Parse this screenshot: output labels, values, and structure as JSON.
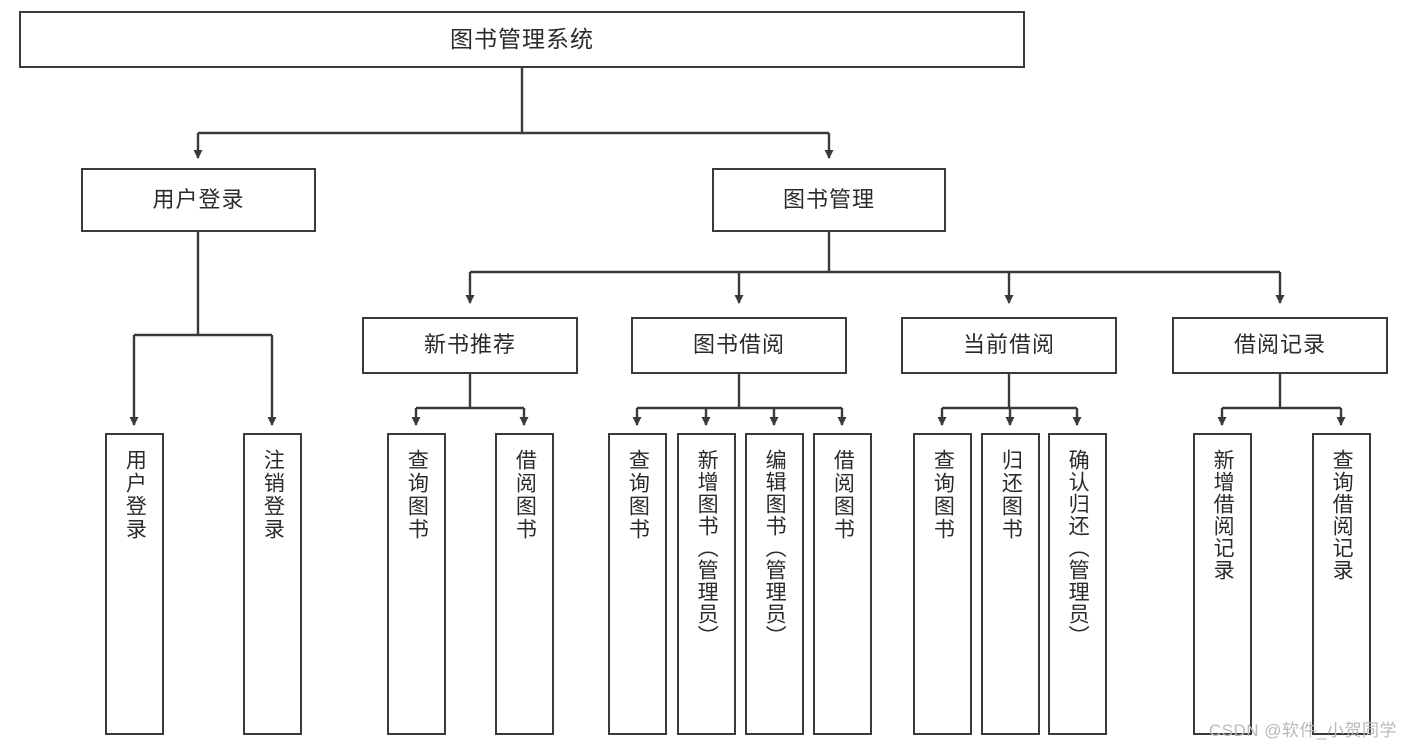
{
  "diagram": {
    "title": "图书管理系统",
    "watermark": "CSDN @软件_小贺同学",
    "colors": {
      "box_border": "#3a3a3a",
      "box_fill": "#ffffff",
      "text": "#2b2b2b",
      "edge": "#3a3a3a",
      "watermark": "#b9b9b9",
      "background": "#ffffff"
    },
    "root": {
      "label": "图书管理系统"
    },
    "level2": [
      {
        "label": "用户登录"
      },
      {
        "label": "图书管理"
      }
    ],
    "level3": [
      {
        "label": "新书推荐"
      },
      {
        "label": "图书借阅"
      },
      {
        "label": "当前借阅"
      },
      {
        "label": "借阅记录"
      }
    ],
    "leaves": {
      "user_login": [
        {
          "label": "用户登录"
        },
        {
          "label": "注销登录"
        }
      ],
      "new_book_recommend": [
        {
          "label": "查询图书"
        },
        {
          "label": "借阅图书"
        }
      ],
      "book_borrow": [
        {
          "label": "查询图书"
        },
        {
          "label": "新增图书（管理员）"
        },
        {
          "label": "编辑图书（管理员）"
        },
        {
          "label": "借阅图书"
        }
      ],
      "current_borrow": [
        {
          "label": "查询图书"
        },
        {
          "label": "归还图书"
        },
        {
          "label": "确认归还（管理员）"
        }
      ],
      "borrow_records": [
        {
          "label": "新增借阅记录"
        },
        {
          "label": "查询借阅记录"
        }
      ]
    }
  }
}
